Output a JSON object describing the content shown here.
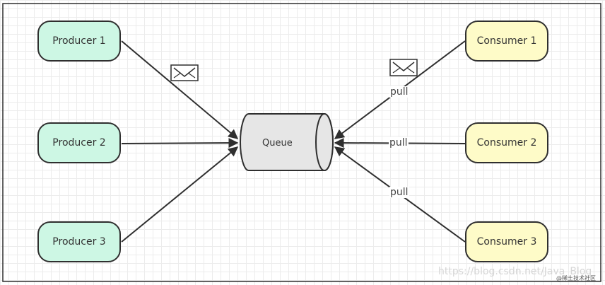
{
  "diagram": {
    "producers": [
      {
        "label": "Producer 1"
      },
      {
        "label": "Producer 2"
      },
      {
        "label": "Producer 3"
      }
    ],
    "consumers": [
      {
        "label": "Consumer 1"
      },
      {
        "label": "Consumer 2"
      },
      {
        "label": "Consumer 3"
      }
    ],
    "queue": {
      "label": "Queue"
    },
    "edge_labels": {
      "pull_1": "pull",
      "pull_2": "pull",
      "pull_3": "pull"
    },
    "icons": {
      "message": "envelope-icon"
    }
  },
  "watermark": "https://blog.csdn.net/Java_Blog",
  "watermark_small": "@稀土技术社区",
  "colors": {
    "producer_fill": "#cdf7e4",
    "consumer_fill": "#fefbc8",
    "queue_fill": "#e6e6e6",
    "stroke": "#2f2f2f"
  }
}
